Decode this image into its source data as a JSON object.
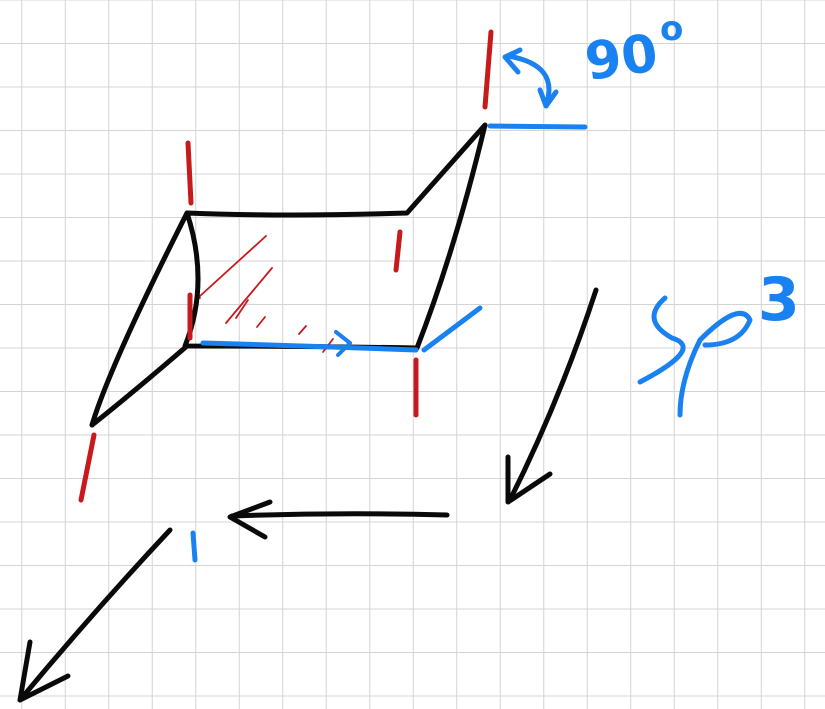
{
  "colors": {
    "background": "#ffffff",
    "grid": "#d4d4d4",
    "ink_black": "#0a0a0a",
    "ink_red": "#c8191c",
    "ink_blue": "#1a82f0"
  },
  "annotations": {
    "angle_label": "90",
    "angle_superscript": "o",
    "hybridization_label": "sp",
    "hybridization_superscript": "3"
  }
}
